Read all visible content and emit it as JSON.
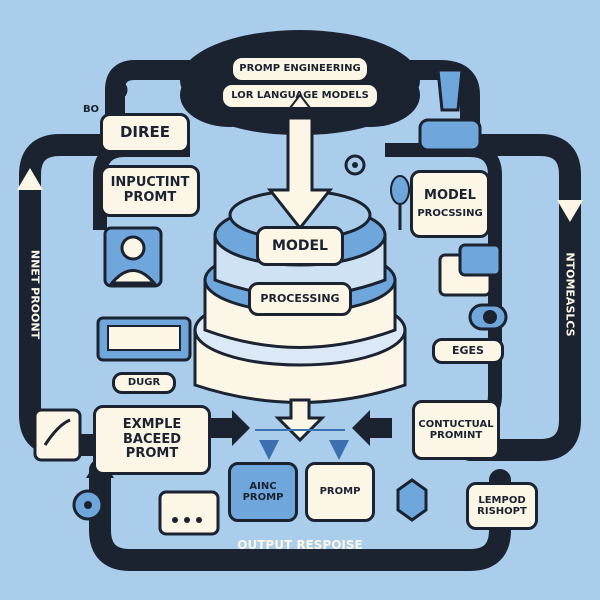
{
  "title_line1": "PROMP ENGINEERING",
  "title_line2": "LOR LANGUAGE MODELS",
  "label_bo": "BO",
  "label_diree": "DIREE",
  "label_input_prompt": "INPUCTINT PROMT",
  "label_model_center": "MODEL",
  "label_processing_center": "PROCESSING",
  "label_model_right": "MODEL",
  "label_processing_right": "PROCSSING",
  "label_eges": "EGES",
  "label_dugr": "DUGR",
  "label_example": "EXMPLE BACEED PROMT",
  "label_contextual": "CONTUCTUAL PROMINT",
  "label_ainc": "AINC PROMP",
  "label_promp": "PROMP",
  "label_lempod": "LEMPOD RISHOPT",
  "label_output": "OUTPUT RESPOISE",
  "label_left_vertical": "NNET PROONT",
  "label_right_vertical": "NTOMEASLCS",
  "colors": {
    "background": "#a9cdea",
    "ink": "#1b2230",
    "cream": "#fbf6e6",
    "blue": "#6fa7dc"
  }
}
